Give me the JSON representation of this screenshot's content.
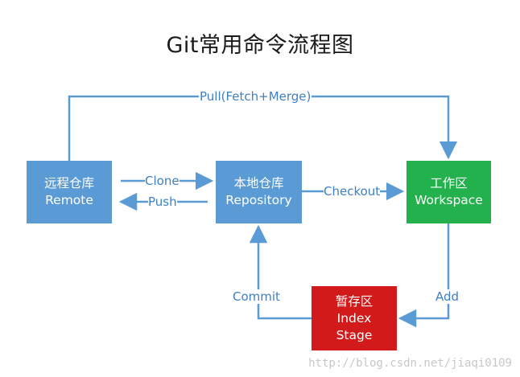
{
  "title": "Git常用命令流程图",
  "nodes": {
    "remote": {
      "line1": "远程仓库",
      "line2": "Remote"
    },
    "repository": {
      "line1": "本地仓库",
      "line2": "Repository"
    },
    "workspace": {
      "line1": "工作区",
      "line2": "Workspace"
    },
    "index": {
      "line1": "暂存区",
      "line2": "Index",
      "line3": "Stage"
    }
  },
  "edges": {
    "pull": "Pull(Fetch+Merge)",
    "clone": "Clone",
    "push": "Push",
    "checkout": "Checkout",
    "commit": "Commit",
    "add": "Add"
  },
  "colors": {
    "blue_node": "#5b9bd5",
    "green_node": "#22b14c",
    "red_node": "#d21a1a",
    "connector": "#5b9bd5",
    "edge_text": "#3f7fc4"
  },
  "watermark": "http://blog.csdn.net/jiaqi0109"
}
